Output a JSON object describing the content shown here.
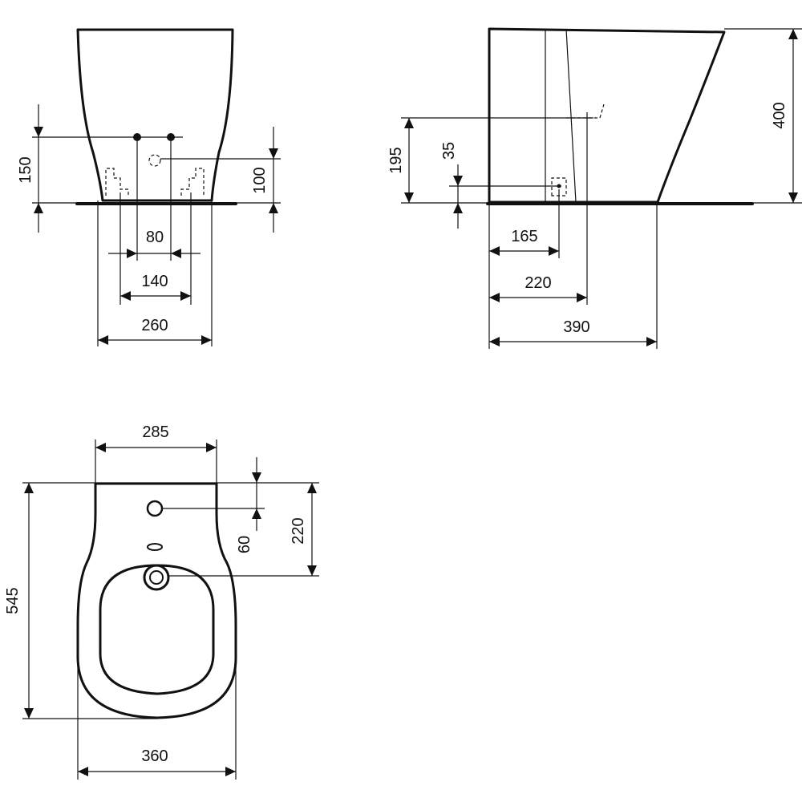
{
  "front_view": {
    "dim_150": "150",
    "dim_100": "100",
    "dim_80": "80",
    "dim_140": "140",
    "dim_260": "260"
  },
  "side_view": {
    "dim_400": "400",
    "dim_195": "195",
    "dim_35": "35",
    "dim_165": "165",
    "dim_220": "220",
    "dim_390": "390"
  },
  "top_view": {
    "dim_285": "285",
    "dim_545": "545",
    "dim_60": "60",
    "dim_220": "220",
    "dim_360": "360"
  },
  "colors": {
    "line": "#111111",
    "background": "#ffffff"
  }
}
